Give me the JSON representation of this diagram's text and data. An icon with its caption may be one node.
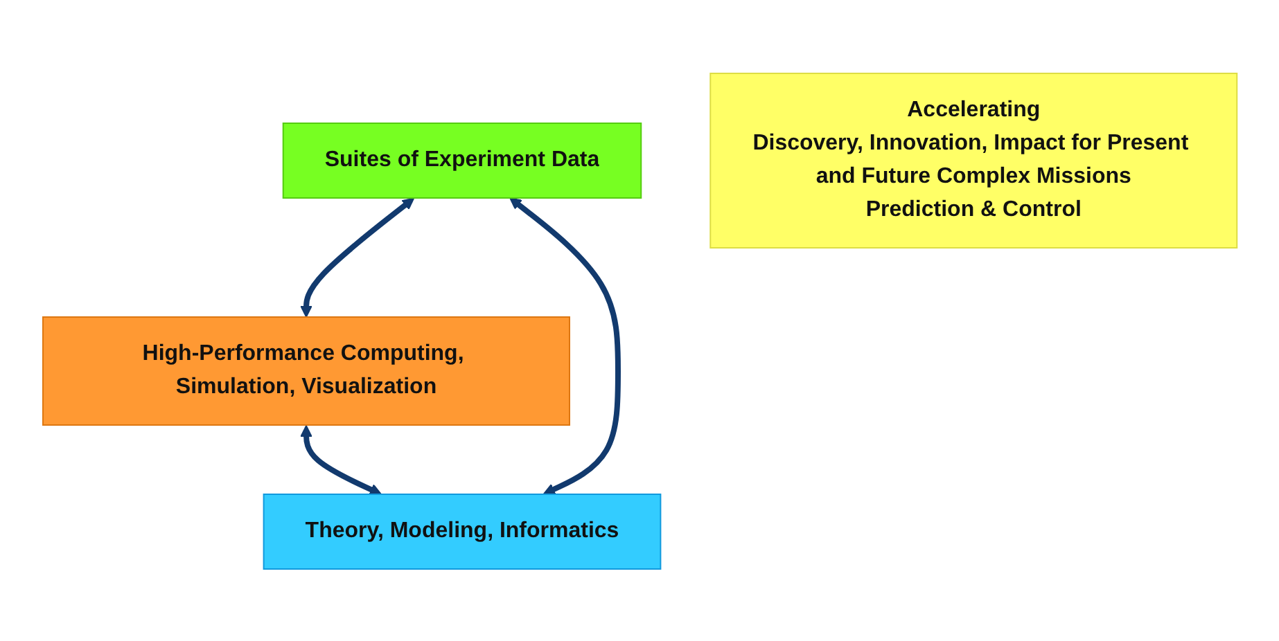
{
  "diagram": {
    "nodes": [
      {
        "text": [
          "Suites of Experiment Data"
        ]
      },
      {
        "text": [
          "High-Performance Computing, Simulation, Visualization"
        ]
      },
      {
        "text": [
          "Accelerating",
          "Discovery, Innovation, Impact for Present and Future Complex Missions",
          "Prediction & Control"
        ]
      },
      {
        "text": [
          "Theory, Modeling, Informatics"
        ]
      }
    ],
    "edges": [
      {
        "from": 0,
        "to": 1,
        "arrow": "both"
      },
      {
        "from": 1,
        "to": 3,
        "arrow": "both"
      },
      {
        "from": 3,
        "to": 0,
        "arrow": "both"
      }
    ]
  }
}
